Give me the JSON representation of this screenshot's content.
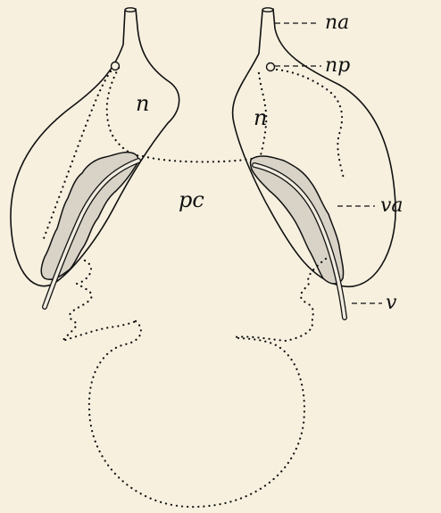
{
  "labels": {
    "na": "na",
    "np": "np",
    "n_left": "n",
    "n_right": "n",
    "pc": "pc",
    "va": "va",
    "v": "v"
  },
  "colors": {
    "background": "#f7f0df",
    "ink": "#111111",
    "gland_fill": "#d8d3c6"
  }
}
